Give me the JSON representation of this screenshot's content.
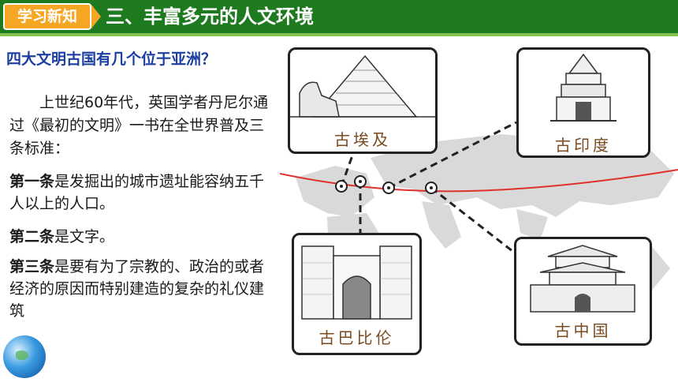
{
  "header": {
    "tag": "学习新知",
    "title": "三、丰富多元的人文环境"
  },
  "question": "四大文明古国有几个位于亚洲？",
  "intro": "上世纪60年代，英国学者丹尼尔通过《最初的文明》一书在全世界普及三条标准：",
  "criteria": [
    {
      "bold": "第一条",
      "text": "是发掘出的城市遗址能容纳五千人以上的人口。"
    },
    {
      "bold": "第二条",
      "text": "是文字。"
    },
    {
      "bold": "第三条",
      "text": "是要有为了宗教的、政治的或者经济的原因而特别建造的复杂的礼仪建筑"
    }
  ],
  "map": {
    "cards": [
      {
        "label": "古埃及",
        "icon": "pyramid-sphinx-icon"
      },
      {
        "label": "古印度",
        "icon": "temple-icon"
      },
      {
        "label": "古巴比伦",
        "icon": "gate-icon"
      },
      {
        "label": "古中国",
        "icon": "palace-icon"
      }
    ]
  },
  "colors": {
    "header_green": "#1e7a1e",
    "tag_orange": "#f5a623",
    "question_blue": "#1a3fa0",
    "line_red": "#e0302a"
  }
}
